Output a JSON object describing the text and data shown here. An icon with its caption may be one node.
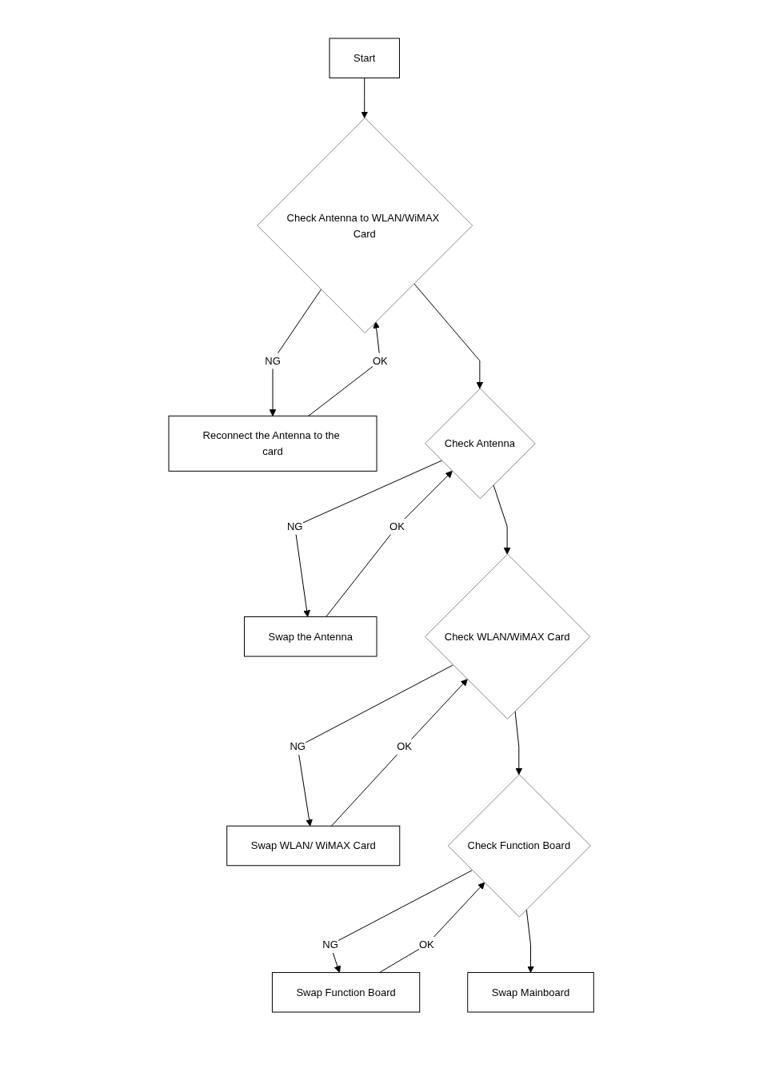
{
  "diagram": {
    "nodes": [
      {
        "text": [
          "Start"
        ]
      },
      {
        "text": [
          "Check Antenna to WLAN/WiMAX Card"
        ]
      },
      {
        "text": [
          "Reconnect the Antenna to the card"
        ]
      },
      {
        "text": [
          "Check Antenna"
        ]
      },
      {
        "text": [
          "Swap the Antenna"
        ]
      },
      {
        "text": [
          "Check WLAN/WiMAX Card"
        ]
      },
      {
        "text": [
          "Swap WLAN/ WiMAX Card"
        ]
      },
      {
        "text": [
          "Check Function Board"
        ]
      },
      {
        "text": [
          "Swap Function Board"
        ]
      },
      {
        "text": [
          "Swap Mainboard"
        ]
      }
    ],
    "edges": [
      {
        "from": 0,
        "to": 1,
        "arrow": "to"
      },
      {
        "from": 1,
        "to": 2,
        "label": "NG",
        "arrow": "to"
      },
      {
        "from": 2,
        "to": 1,
        "label": "OK",
        "arrow": "to"
      },
      {
        "from": 1,
        "to": 3,
        "arrow": "to"
      },
      {
        "from": 3,
        "to": 4,
        "label": "NG",
        "arrow": "to"
      },
      {
        "from": 4,
        "to": 3,
        "label": "OK",
        "arrow": "to"
      },
      {
        "from": 3,
        "to": 5,
        "arrow": "to"
      },
      {
        "from": 5,
        "to": 6,
        "label": "NG",
        "arrow": "to"
      },
      {
        "from": 6,
        "to": 5,
        "label": "OK",
        "arrow": "to"
      },
      {
        "from": 5,
        "to": 7,
        "arrow": "to"
      },
      {
        "from": 7,
        "to": 8,
        "label": "NG",
        "arrow": "to"
      },
      {
        "from": 8,
        "to": 7,
        "label": "OK",
        "arrow": "to"
      },
      {
        "from": 7,
        "to": 9,
        "arrow": "to"
      }
    ]
  }
}
